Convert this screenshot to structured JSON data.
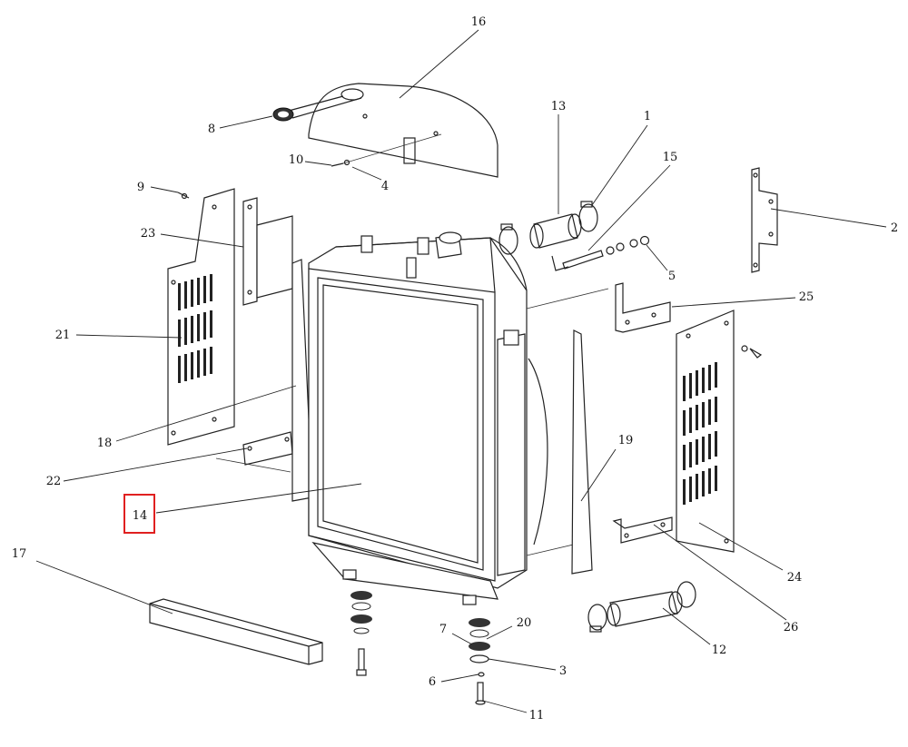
{
  "callouts": [
    {
      "id": "callout-1",
      "label": "1"
    },
    {
      "id": "callout-2",
      "label": "2"
    },
    {
      "id": "callout-3",
      "label": "3"
    },
    {
      "id": "callout-4",
      "label": "4"
    },
    {
      "id": "callout-5",
      "label": "5"
    },
    {
      "id": "callout-6",
      "label": "6"
    },
    {
      "id": "callout-7",
      "label": "7"
    },
    {
      "id": "callout-8",
      "label": "8"
    },
    {
      "id": "callout-9",
      "label": "9"
    },
    {
      "id": "callout-10",
      "label": "10"
    },
    {
      "id": "callout-11",
      "label": "11"
    },
    {
      "id": "callout-12",
      "label": "12"
    },
    {
      "id": "callout-13",
      "label": "13"
    },
    {
      "id": "callout-14",
      "label": "14"
    },
    {
      "id": "callout-15",
      "label": "15"
    },
    {
      "id": "callout-16",
      "label": "16"
    },
    {
      "id": "callout-17",
      "label": "17"
    },
    {
      "id": "callout-18",
      "label": "18"
    },
    {
      "id": "callout-19",
      "label": "19"
    },
    {
      "id": "callout-20",
      "label": "20"
    },
    {
      "id": "callout-21",
      "label": "21"
    },
    {
      "id": "callout-22",
      "label": "22"
    },
    {
      "id": "callout-23",
      "label": "23"
    },
    {
      "id": "callout-24",
      "label": "24"
    },
    {
      "id": "callout-25",
      "label": "25"
    },
    {
      "id": "callout-26",
      "label": "26"
    }
  ],
  "highlight": {
    "callout": "14",
    "color": "#e02020"
  },
  "colors": {
    "line": "#222222",
    "background": "#ffffff"
  }
}
